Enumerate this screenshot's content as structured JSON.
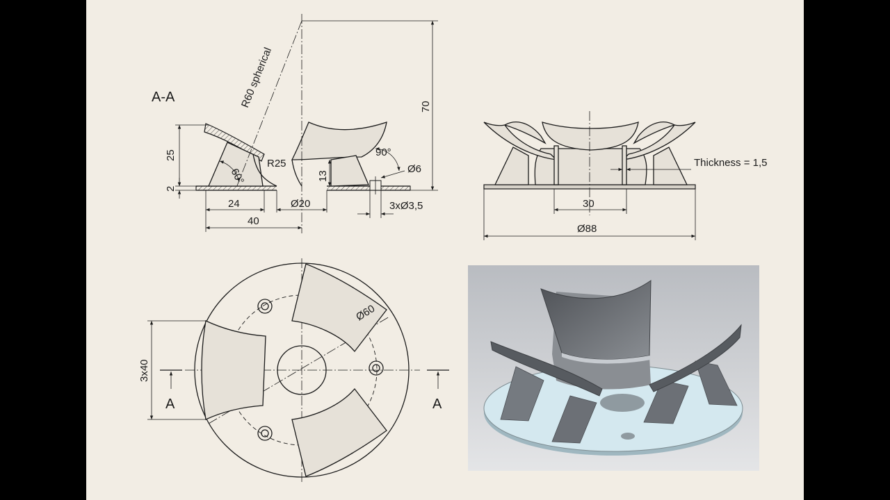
{
  "section_title": "A-A",
  "dims": {
    "r60": "R60 spherical",
    "h70": "70",
    "h25": "25",
    "h2": "2",
    "a60": "60°",
    "r25": "R25",
    "h13": "13",
    "a90": "90°",
    "d6": "Ø6",
    "w24": "24",
    "d20": "Ø20",
    "holes": "3xØ3,5",
    "w40": "40",
    "thickness": "Thickness = 1,5",
    "w30": "30",
    "d88": "Ø88",
    "d60": "Ø60",
    "ang3x40": "3x40",
    "cut_a_left": "A",
    "cut_a_right": "A"
  },
  "colors": {
    "paper": "#f2ede4",
    "ink": "#1a1a1a",
    "render_bg": "#c9cbcf",
    "render_plate": "#d4e8ef",
    "render_vane": "#6c7076"
  }
}
